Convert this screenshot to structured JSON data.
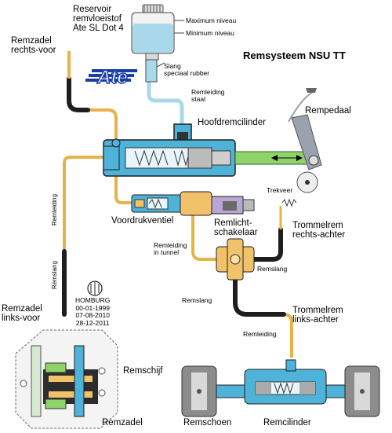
{
  "title": "Remsysteem NSU TT",
  "brand": "Ate",
  "labels": {
    "reservoir": [
      "Reservoir",
      "remvloeistof",
      "Ate SL Dot 4"
    ],
    "max_level": "Maximum niveau",
    "min_level": "Minimum niveau",
    "hose_special": [
      "Slang",
      "speciaal rubber"
    ],
    "brake_line_steel": [
      "Remleiding",
      "staal"
    ],
    "master_cylinder": "Hoofdremcilinder",
    "brake_pedal": "Rempedaal",
    "caliper_right_front": [
      "Remzadel",
      "rechts-voor"
    ],
    "return_spring": "Trekveer",
    "proportioning_valve": "Voordrukventiel",
    "brake_light_switch": [
      "Remlicht-",
      "schakelaar"
    ],
    "drum_right_rear": [
      "Trommelrem",
      "rechts-achter"
    ],
    "brake_line_tunnel": [
      "Remleiding",
      "in tunnel"
    ],
    "hose_1": "Remslang",
    "hose_2": "Remslang",
    "hose_3": "Remslang",
    "drum_left_rear": [
      "Trommelrem",
      "links-achter"
    ],
    "brake_line_1": "Remleiding",
    "brake_line_2": "Remleiding",
    "caliper_left_front": [
      "Remzadel",
      "links-voor"
    ],
    "brake_disc": "Remschijf",
    "caliper": "Remzadel",
    "brake_shoes": "Remschoen",
    "wheel_cylinder": "Remcilinder",
    "workshop": "HOMBURG",
    "dates": [
      "00-01-1999",
      "07-08-2010",
      "28-12-2011"
    ]
  },
  "colors": {
    "steel_line": "#e7b24a",
    "hose": "#1e1e1e",
    "hydraulic": "#4fb3d9",
    "fluid_low": "#a9d8ea",
    "green_rod": "#8fd36a",
    "valve_yellow": "#f2c26b",
    "brand_blue": "#1a3ea8",
    "pedal_gray": "#9aa3ad"
  }
}
